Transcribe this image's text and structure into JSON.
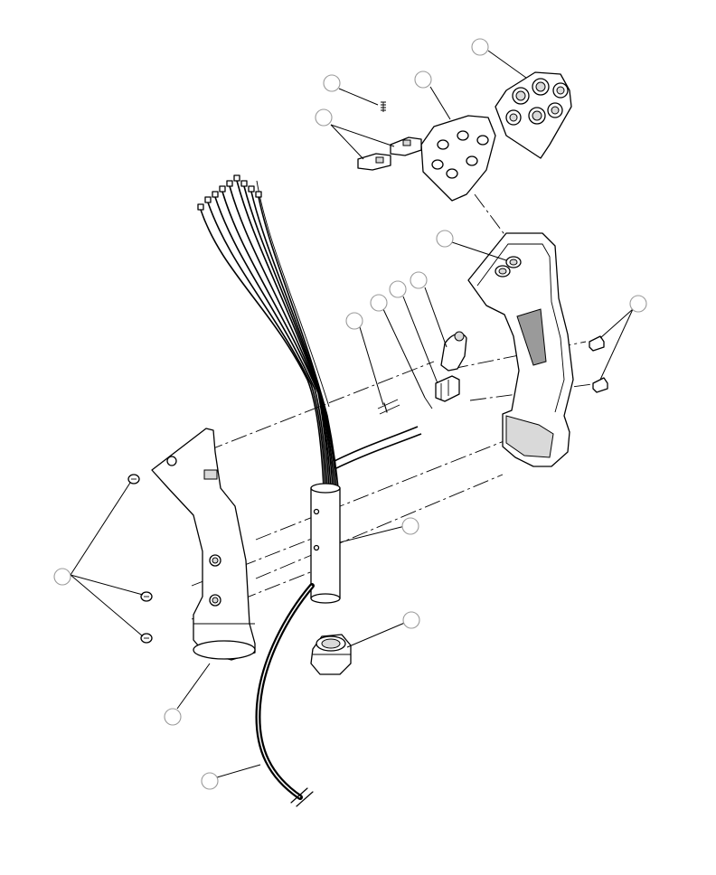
{
  "diagram": {
    "callouts": [
      {
        "id": "callout-top-right-cap",
        "label": ""
      },
      {
        "id": "callout-top-screw",
        "label": ""
      },
      {
        "id": "callout-top-plate",
        "label": ""
      },
      {
        "id": "callout-small-clips",
        "label": ""
      },
      {
        "id": "callout-right-handle",
        "label": ""
      },
      {
        "id": "callout-pawl",
        "label": ""
      },
      {
        "id": "callout-switch-bracket",
        "label": ""
      },
      {
        "id": "callout-pin",
        "label": ""
      },
      {
        "id": "callout-small-screws-right",
        "label": ""
      },
      {
        "id": "callout-tube",
        "label": ""
      },
      {
        "id": "callout-nut",
        "label": ""
      },
      {
        "id": "callout-screws-left",
        "label": ""
      },
      {
        "id": "callout-left-handle",
        "label": ""
      },
      {
        "id": "callout-cable",
        "label": ""
      }
    ]
  }
}
